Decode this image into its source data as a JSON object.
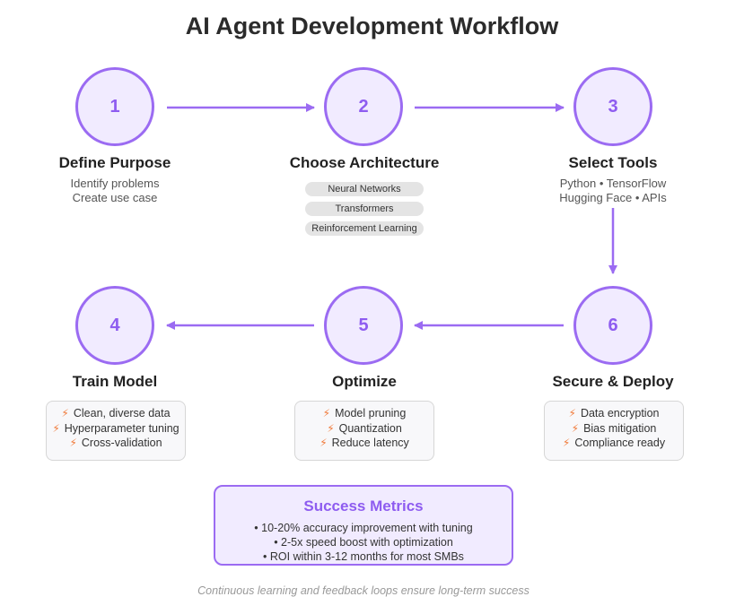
{
  "title": "AI Agent Development Workflow",
  "steps": [
    {
      "number": "1",
      "title": "Define Purpose",
      "lines": [
        "Identify problems",
        "Create use case"
      ]
    },
    {
      "number": "2",
      "title": "Choose Architecture",
      "pills": [
        "Neural Networks",
        "Transformers",
        "Reinforcement Learning"
      ]
    },
    {
      "number": "3",
      "title": "Select Tools",
      "lines": [
        "Python • TensorFlow",
        "Hugging Face • APIs"
      ]
    },
    {
      "number": "4",
      "title": "Train Model",
      "items": [
        "Clean, diverse data",
        "Hyperparameter tuning",
        "Cross-validation"
      ]
    },
    {
      "number": "5",
      "title": "Optimize",
      "items": [
        "Model pruning",
        "Quantization",
        "Reduce latency"
      ]
    },
    {
      "number": "6",
      "title": "Secure & Deploy",
      "items": [
        "Data encryption",
        "Bias mitigation",
        "Compliance ready"
      ]
    }
  ],
  "metrics": {
    "title": "Success Metrics",
    "items": [
      "• 10-20% accuracy improvement with tuning",
      "• 2-5x speed boost with optimization",
      "• ROI within 3-12 months for most SMBs"
    ]
  },
  "footer": "Continuous learning and feedback loops ensure long-term success",
  "colors": {
    "accent": "#9b6bf2",
    "circle_fill": "#f1ebff",
    "bolt": "#f07a3a"
  },
  "icons": {
    "bullet": "lightning-bolt-icon",
    "connector": "arrow-icon"
  }
}
